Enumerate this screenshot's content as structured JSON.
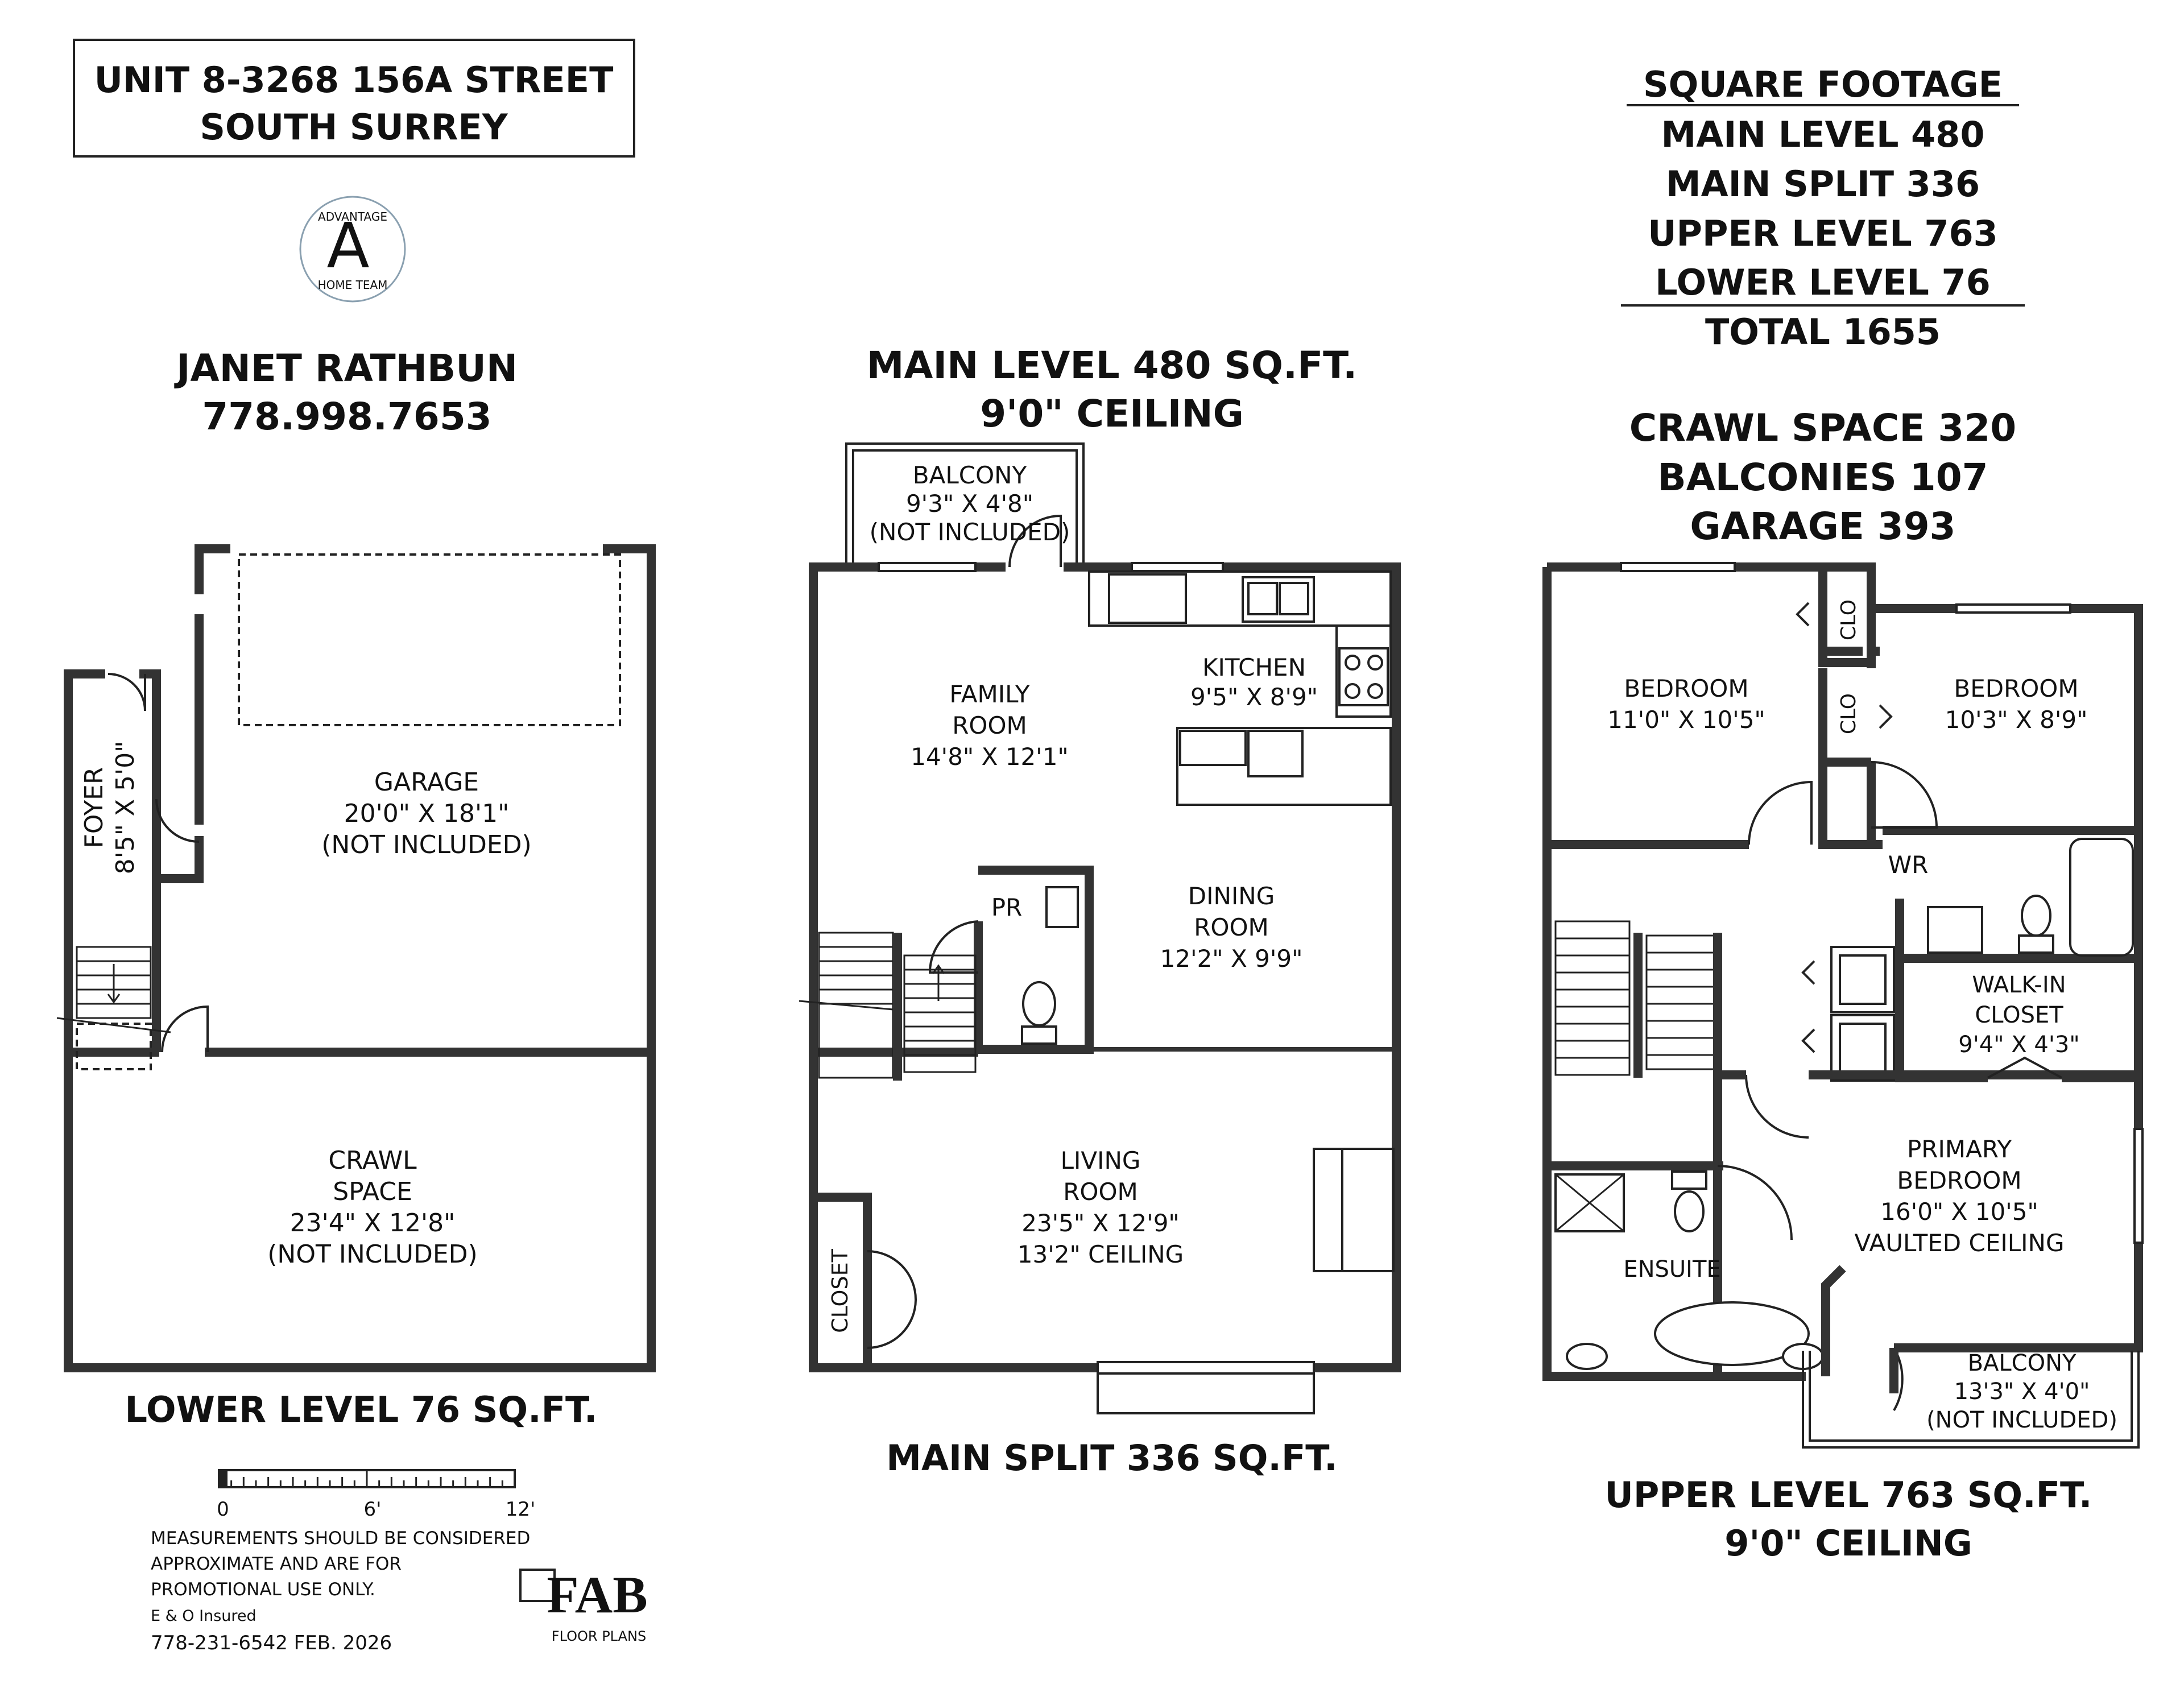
{
  "address": {
    "line1": "UNIT 8-3268 156A STREET",
    "line2": "SOUTH SURREY"
  },
  "logo": {
    "icon": "advantage-home-team-logo",
    "top_text": "ADVANTAGE",
    "bottom_text": "HOME TEAM",
    "letter": "A"
  },
  "agent": {
    "name": "JANET RATHBUN",
    "phone": "778.998.7653"
  },
  "square_footage": {
    "heading": "SQUARE FOOTAGE",
    "lines": [
      "MAIN LEVEL 480",
      "MAIN SPLIT 336",
      "UPPER LEVEL 763",
      "LOWER LEVEL 76"
    ],
    "total": "TOTAL 1655"
  },
  "extras": [
    "CRAWL SPACE 320",
    "BALCONIES 107",
    "GARAGE 393"
  ],
  "lower_plan": {
    "caption": "LOWER LEVEL 76 SQ.FT.",
    "rooms": {
      "foyer": [
        "FOYER",
        "8'5\" X 5'0\""
      ],
      "garage": [
        "GARAGE",
        "20'0\" X 18'1\"",
        "(NOT INCLUDED)"
      ],
      "crawl": [
        "CRAWL",
        "SPACE",
        "23'4\" X 12'8\"",
        "(NOT INCLUDED)"
      ]
    }
  },
  "main_plan": {
    "caption_top": [
      "MAIN LEVEL 480 SQ.FT.",
      "9'0\" CEILING"
    ],
    "caption_bottom": "MAIN SPLIT 336 SQ.FT.",
    "rooms": {
      "balcony": [
        "BALCONY",
        "9'3\" X 4'8\"",
        "(NOT INCLUDED)"
      ],
      "kitchen": [
        "KITCHEN",
        "9'5\" X 8'9\""
      ],
      "family": [
        "FAMILY",
        "ROOM",
        "14'8\" X 12'1\""
      ],
      "pr": [
        "PR"
      ],
      "dining": [
        "DINING",
        "ROOM",
        "12'2\" X 9'9\""
      ],
      "living": [
        "LIVING",
        "ROOM",
        "23'5\" X 12'9\"",
        "13'2\" CEILING"
      ],
      "closet": [
        "CLOSET"
      ]
    }
  },
  "upper_plan": {
    "caption": [
      "UPPER LEVEL 763 SQ.FT.",
      "9'0\" CEILING"
    ],
    "rooms": {
      "bedroom1": [
        "BEDROOM",
        "11'0\" X 10'5\""
      ],
      "bedroom2": [
        "BEDROOM",
        "10'3\" X 8'9\""
      ],
      "clo_a": [
        "CLO"
      ],
      "clo_b": [
        "CLO"
      ],
      "wr": [
        "WR"
      ],
      "walkin": [
        "WALK-IN",
        "CLOSET",
        "9'4\" X 4'3\""
      ],
      "primary": [
        "PRIMARY",
        "BEDROOM",
        "16'0\" X 10'5\"",
        "VAULTED CEILING"
      ],
      "ensuite": [
        "ENSUITE"
      ],
      "balcony": [
        "BALCONY",
        "13'3\" X 4'0\"",
        "(NOT INCLUDED)"
      ]
    }
  },
  "scale": {
    "ticks": [
      "0",
      "6'",
      "12'"
    ]
  },
  "disclaimer": [
    "MEASUREMENTS SHOULD BE CONSIDERED",
    "APPROXIMATE AND ARE FOR",
    "PROMOTIONAL USE ONLY.",
    "E & O Insured",
    "778-231-6542  FEB. 2026"
  ],
  "brand": {
    "icon": "fab-floor-plans-logo",
    "name": "FAB",
    "sub": "FLOOR PLANS"
  }
}
